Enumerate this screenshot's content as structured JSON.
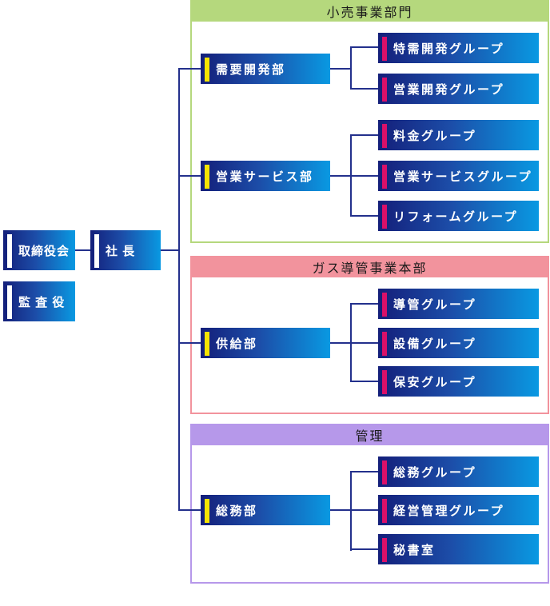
{
  "org_chart": {
    "executives": {
      "board": "取締役会",
      "president": "社 長",
      "auditor": "監 査 役"
    },
    "sections": [
      {
        "title": "小売事業部門",
        "color": "#b5d87d",
        "departments": [
          {
            "label": "需要開発部",
            "groups": [
              {
                "label": "特需開発グループ"
              },
              {
                "label": "営業開発グループ"
              }
            ]
          },
          {
            "label": "営業サービス部",
            "groups": [
              {
                "label": "料金グループ"
              },
              {
                "label": "営業サービスグループ"
              },
              {
                "label": "リフォームグループ"
              }
            ]
          }
        ]
      },
      {
        "title": "ガス導管事業本部",
        "color": "#f2939d",
        "departments": [
          {
            "label": "供給部",
            "groups": [
              {
                "label": "導管グループ"
              },
              {
                "label": "設備グループ"
              },
              {
                "label": "保安グループ"
              }
            ]
          }
        ]
      },
      {
        "title": "管理",
        "color": "#b698ea",
        "departments": [
          {
            "label": "総務部",
            "groups": [
              {
                "label": "総務グループ"
              },
              {
                "label": "経営管理グループ"
              },
              {
                "label": "秘書室"
              }
            ]
          }
        ]
      }
    ]
  },
  "colors": {
    "box_gradient_start": "#141f7a",
    "box_gradient_end": "#0999e2",
    "connector_line": "#23308c",
    "accent_yellow": "#f6e400",
    "accent_magenta": "#da1069",
    "accent_white": "#ffffff",
    "section_retail_green": "#b5d87d",
    "section_gas_pink": "#f2939d",
    "section_admin_purple": "#b698ea",
    "header_text": "#1a1a1a",
    "box_text": "#ffffff"
  }
}
